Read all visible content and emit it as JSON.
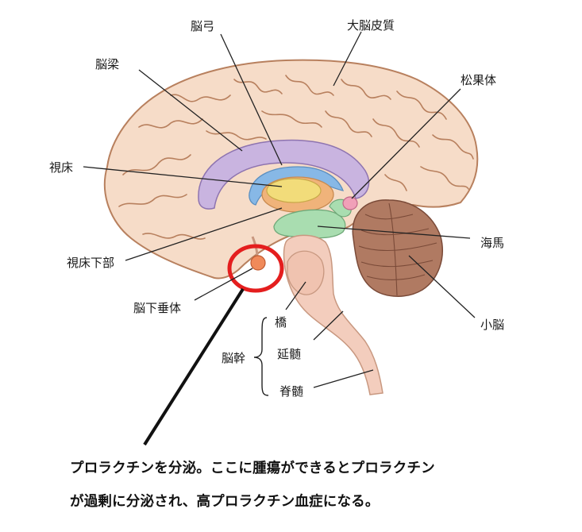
{
  "labels": {
    "fornix": "脳弓",
    "cerebral_cortex": "大脳皮質",
    "corpus_callosum": "脳梁",
    "pineal_body": "松果体",
    "thalamus": "視床",
    "hippocampus": "海馬",
    "hypothalamus": "視床下部",
    "pituitary": "脳下垂体",
    "cerebellum": "小脳",
    "brainstem": "脳幹",
    "pons": "橋",
    "medulla": "延髄",
    "spinal_cord": "脊髄"
  },
  "caption": {
    "line1": "プロラクチンを分泌。ここに腫瘍ができるとプロラクチン",
    "line2": "が過剰に分泌され、高プロラクチン血症になる。"
  },
  "colors": {
    "cortex": "#f6dcc8",
    "cortex_line": "#b8805e",
    "corpus_callosum": "#c9b4e0",
    "fornix": "#87b8e6",
    "thalamus": "#f2dc7a",
    "thalamus_outer": "#f0b37a",
    "hippocampus": "#a9ddb0",
    "pineal": "#f0a0b8",
    "pituitary": "#f08a5a",
    "cerebellum": "#b07a62",
    "brainstem": "#f3cdbd",
    "highlight": "#e41e1e"
  }
}
